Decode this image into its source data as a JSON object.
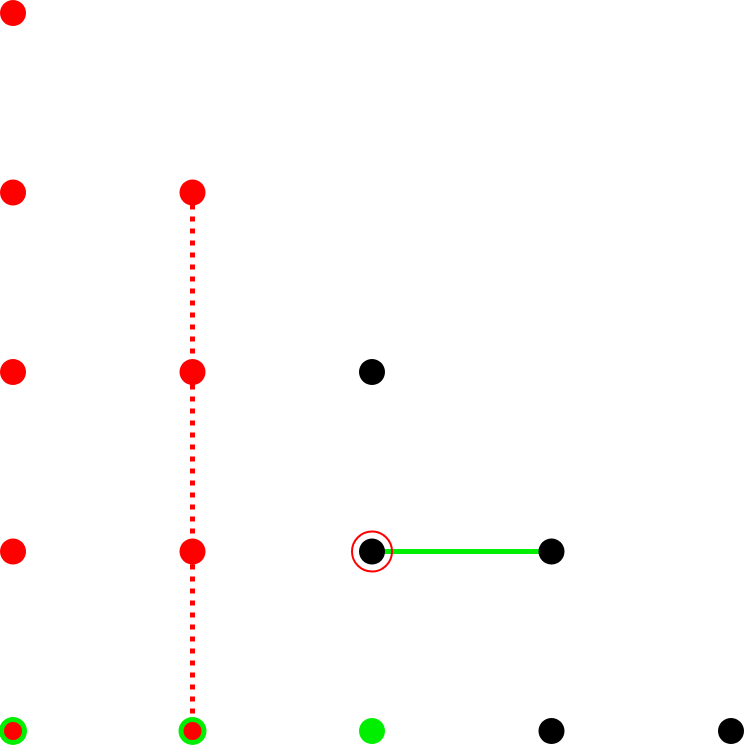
{
  "board": {
    "grid_columns": 5,
    "grid_rows": 5,
    "background": "#ffffff"
  },
  "colors": {
    "red": "#ff0000",
    "black": "#000000",
    "green": "#00ee00"
  },
  "dots": [
    {
      "col": 0,
      "row": 0,
      "color": "red",
      "ring": null
    },
    {
      "col": 0,
      "row": 1,
      "color": "red",
      "ring": null
    },
    {
      "col": 1,
      "row": 1,
      "color": "red",
      "ring": null
    },
    {
      "col": 0,
      "row": 2,
      "color": "red",
      "ring": null
    },
    {
      "col": 1,
      "row": 2,
      "color": "red",
      "ring": null
    },
    {
      "col": 2,
      "row": 2,
      "color": "black",
      "ring": null
    },
    {
      "col": 0,
      "row": 3,
      "color": "red",
      "ring": null
    },
    {
      "col": 1,
      "row": 3,
      "color": "red",
      "ring": null
    },
    {
      "col": 2,
      "row": 3,
      "color": "black",
      "ring": "red"
    },
    {
      "col": 3,
      "row": 3,
      "color": "black",
      "ring": null
    },
    {
      "col": 0,
      "row": 4,
      "color": "red",
      "ring": "green"
    },
    {
      "col": 1,
      "row": 4,
      "color": "red",
      "ring": "green"
    },
    {
      "col": 2,
      "row": 4,
      "color": "green",
      "ring": null
    },
    {
      "col": 3,
      "row": 4,
      "color": "black",
      "ring": null
    },
    {
      "col": 4,
      "row": 4,
      "color": "black",
      "ring": null
    }
  ],
  "lines": [
    {
      "from": [
        1,
        1
      ],
      "to": [
        1,
        4
      ],
      "color": "red",
      "style": "dotted"
    },
    {
      "from": [
        2,
        3
      ],
      "to": [
        3,
        3
      ],
      "color": "green",
      "style": "solid"
    }
  ]
}
